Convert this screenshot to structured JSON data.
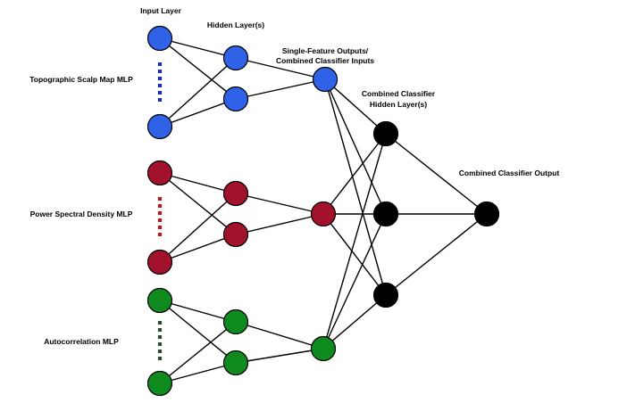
{
  "labels": {
    "input_layer": "Input Layer",
    "hidden_layers": "Hidden Layer(s)",
    "single_feature_line1": "Single-Feature Outputs/",
    "single_feature_line2": "Combined Classifier Inputs",
    "combined_hidden_line1": "Combined Classifier",
    "combined_hidden_line2": "Hidden Layer(s)",
    "combined_output": "Combined Classifier Output"
  },
  "mlps": [
    {
      "name": "Topographic Scalp Map MLP",
      "color": "#2f62e6",
      "dot_color": "#1a2fb5"
    },
    {
      "name": "Power Spectral Density MLP",
      "color": "#a3122c",
      "dot_color": "#c81414"
    },
    {
      "name": "Autocorrelation MLP",
      "color": "#0e8a1e",
      "dot_color": "#2e4a2e"
    }
  ],
  "combined_color": "#000000"
}
